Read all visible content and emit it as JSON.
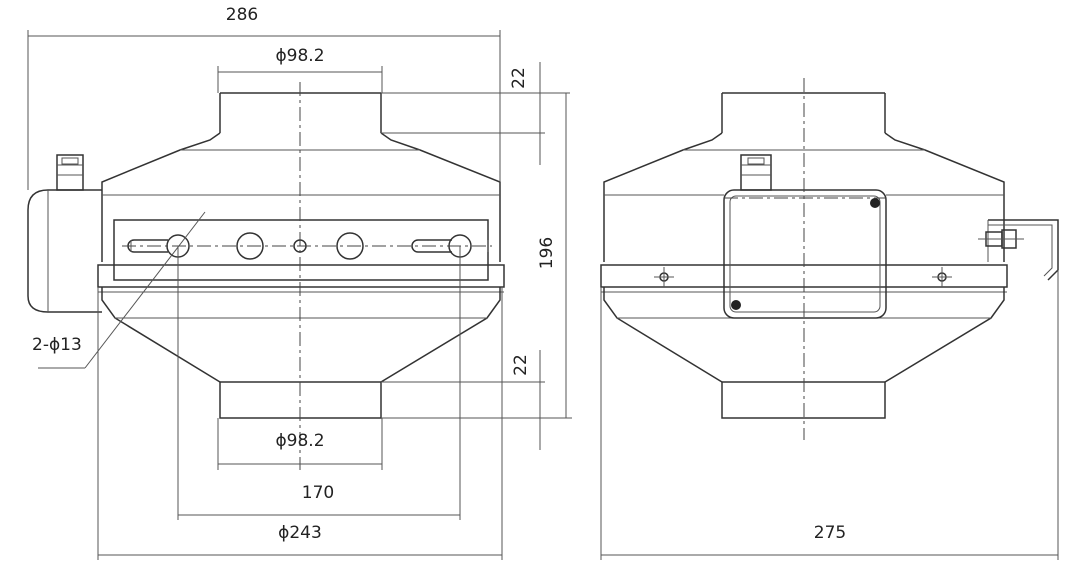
{
  "drawing": {
    "dimensions": {
      "overall_width": "286",
      "inlet_diameter_top": "ϕ98.2",
      "outlet_diameter_bottom": "ϕ98.2",
      "top_spigot_height": "22",
      "bottom_spigot_height": "22",
      "overall_height": "196",
      "hole_label": "2-ϕ13",
      "mount_spacing": "170",
      "body_diameter": "ϕ243",
      "side_view_width": "275"
    }
  }
}
